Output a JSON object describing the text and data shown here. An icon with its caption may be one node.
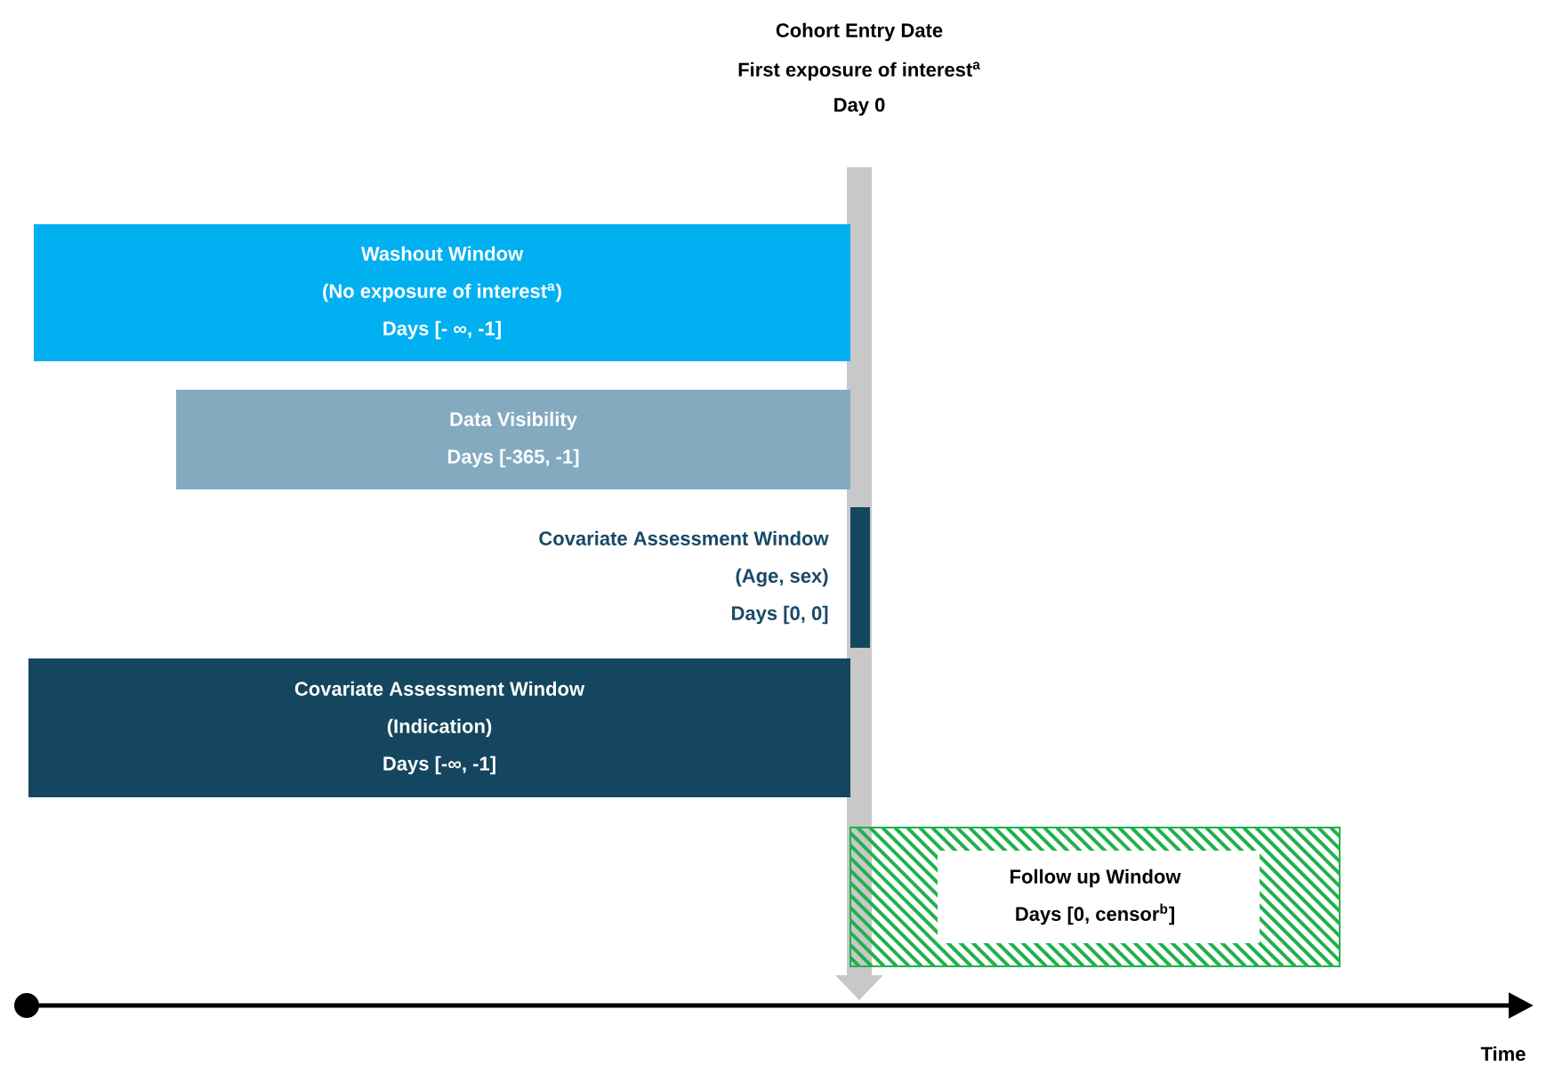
{
  "diagram": {
    "nodes": [
      {
        "text": [
          "Washout Window",
          "(No exposure of interest$^{a}$)",
          "Days [- ∞, -1]"
        ]
      },
      {
        "text": [
          "Data Visibility",
          "Days [-365, -1]"
        ]
      },
      {
        "text": [
          "Covariate Assessment Window",
          "(Age, sex)",
          "Days [0, 0]"
        ]
      },
      {
        "text": [
          "Covariate Assessment Window",
          "(Indication)",
          "Days [-∞, -1]"
        ]
      },
      {
        "text": [
          "Follow up Window",
          "Days [0, censor$^{b}$]"
        ]
      }
    ],
    "labels": [
      "Cohort Entry Date",
      "First exposure of interest$^{a}$",
      "Day 0",
      "Time"
    ]
  }
}
